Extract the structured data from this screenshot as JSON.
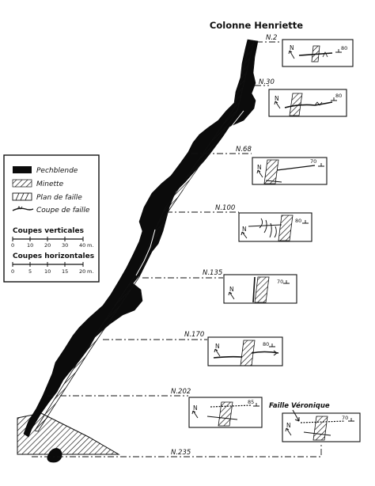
{
  "title": "Colonne Henriette",
  "legend": {
    "items": [
      {
        "key": "pechblende",
        "label": "Pechblende"
      },
      {
        "key": "minette",
        "label": "Minette"
      },
      {
        "key": "plan",
        "label": "Plan de faille"
      },
      {
        "key": "coupe",
        "label": "Coupe de faille"
      }
    ],
    "vertical_title": "Coupes verticales",
    "vertical_ticks": [
      "0",
      "10",
      "20",
      "30",
      "40"
    ],
    "vertical_unit": "m.",
    "horizontal_title": "Coupes horizontales",
    "horizontal_ticks": [
      "0",
      "5",
      "10",
      "15",
      "20"
    ],
    "horizontal_unit": "m."
  },
  "levels": [
    {
      "name": "N.2",
      "dip": "80",
      "north": "N"
    },
    {
      "name": "N.30",
      "dip": "80",
      "north": "N"
    },
    {
      "name": "N.68",
      "dip": "70",
      "north": "N"
    },
    {
      "name": "N.100",
      "dip": "80",
      "north": "N"
    },
    {
      "name": "N.135",
      "dip": "70",
      "north": "N"
    },
    {
      "name": "N.170",
      "dip": "80",
      "north": "N"
    },
    {
      "name": "N.202",
      "dip": "85",
      "north": "N"
    },
    {
      "name": "N.235",
      "dip": "70",
      "north": "N"
    }
  ],
  "fault_label": "Faille Véronique"
}
